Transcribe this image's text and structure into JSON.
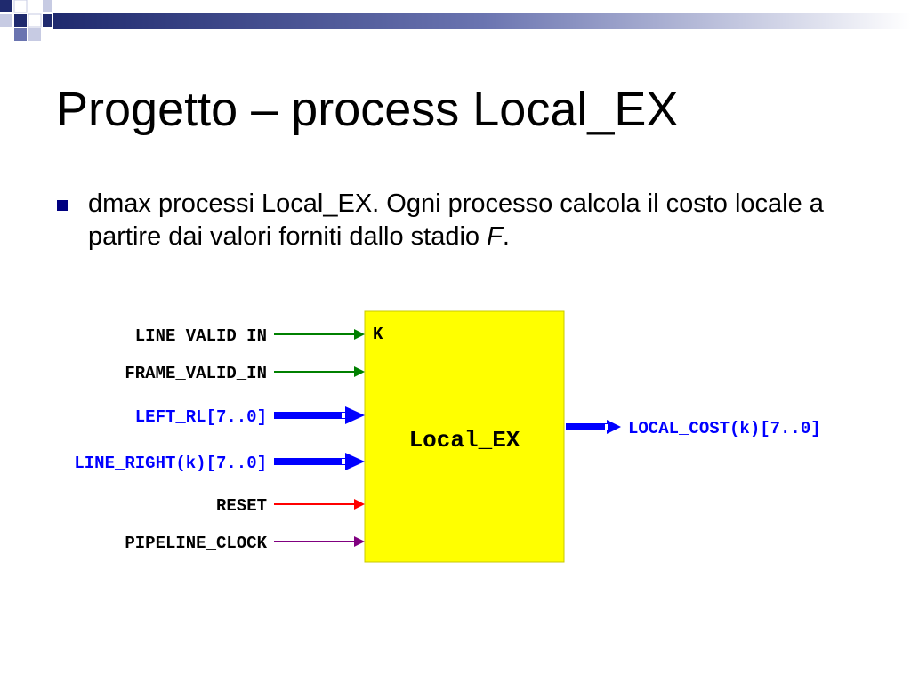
{
  "slide": {
    "title": "Progetto – process Local_EX",
    "bullet_part1": "dmax processi Local_EX. Ogni processo calcola il costo locale a partire dai valori forniti dallo stadio ",
    "bullet_italic": "F",
    "bullet_part2": "."
  },
  "diagram": {
    "block_name": "Local_EX",
    "block_corner_label": "K",
    "block_color": "#ffff00",
    "inputs": [
      {
        "label": "LINE_VALID_IN",
        "color": "#008000",
        "label_color": "#000000",
        "bus": false
      },
      {
        "label": "FRAME_VALID_IN",
        "color": "#008000",
        "label_color": "#000000",
        "bus": false
      },
      {
        "label": "LEFT_RL[7..0]",
        "color": "#0000ff",
        "label_color": "#0000ff",
        "bus": true
      },
      {
        "label": "LINE_RIGHT(k)[7..0]",
        "color": "#0000ff",
        "label_color": "#0000ff",
        "bus": true
      },
      {
        "label": "RESET",
        "color": "#ff0000",
        "label_color": "#000000",
        "bus": false
      },
      {
        "label": "PIPELINE_CLOCK",
        "color": "#800080",
        "label_color": "#000000",
        "bus": false
      }
    ],
    "output": {
      "label": "LOCAL_COST(k)[7..0]",
      "color": "#0000ff",
      "label_color": "#0000ff",
      "bus": true
    }
  }
}
